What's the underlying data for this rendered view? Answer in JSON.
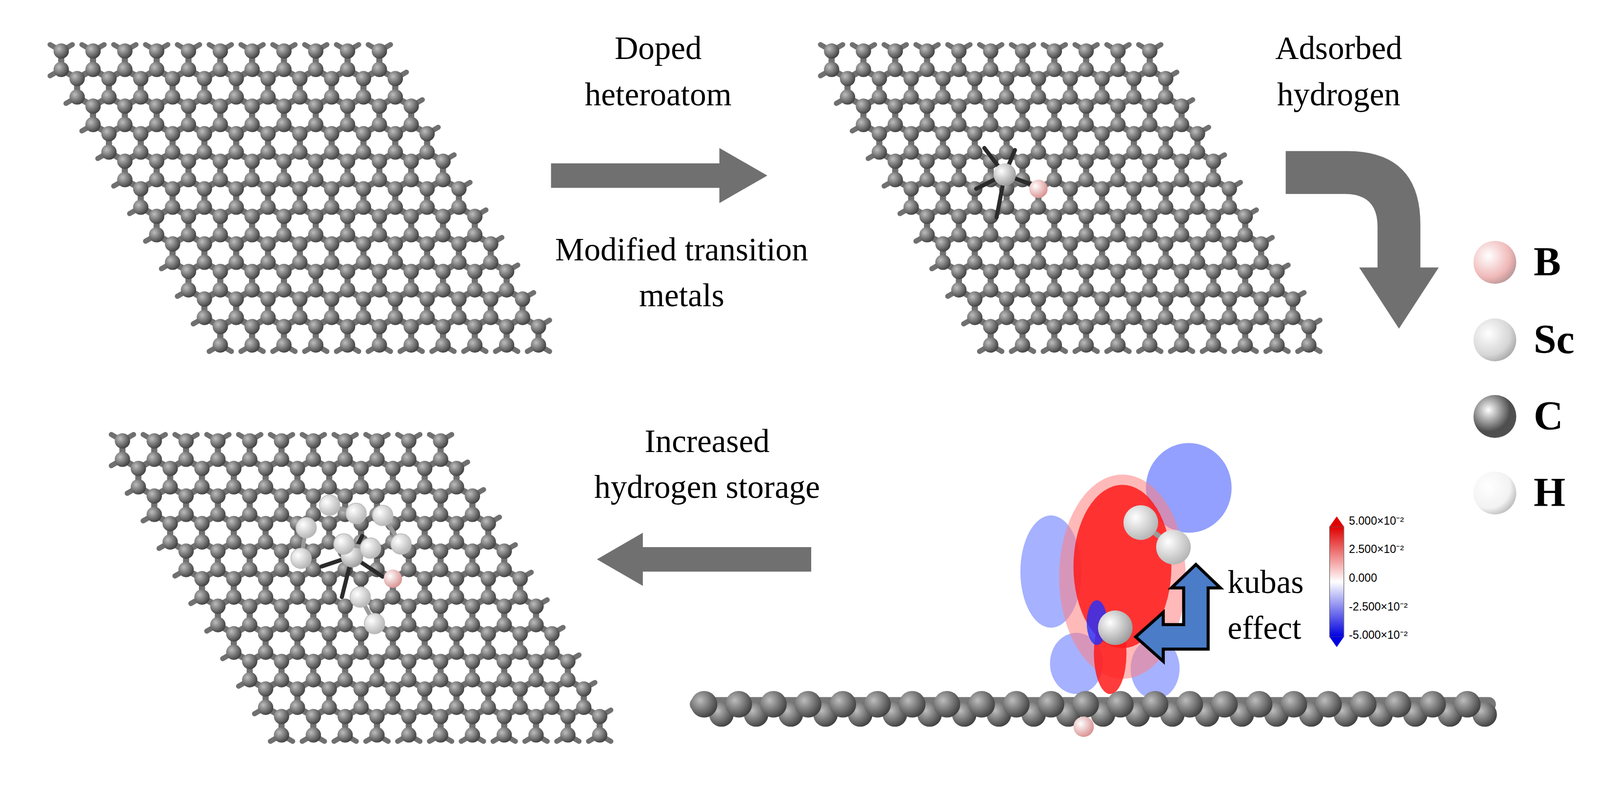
{
  "diagram": {
    "labels": [
      "Doped heteroatom",
      "Modified transition metals",
      "Adsorbed hydrogen",
      "Increased hydrogen storage",
      "kubas effect",
      "5.000×10⁻²",
      "2.500×10⁻²",
      "0.000",
      "-2.500×10⁻²",
      "-5.000×10⁻²"
    ],
    "legend": [
      {
        "text": "B",
        "color": "#f0b8b8"
      },
      {
        "text": "Sc",
        "color": "#d6d6d6"
      },
      {
        "text": "C",
        "color": "#4e4e4e"
      },
      {
        "text": "H",
        "color": "#f2f2f2"
      }
    ]
  }
}
